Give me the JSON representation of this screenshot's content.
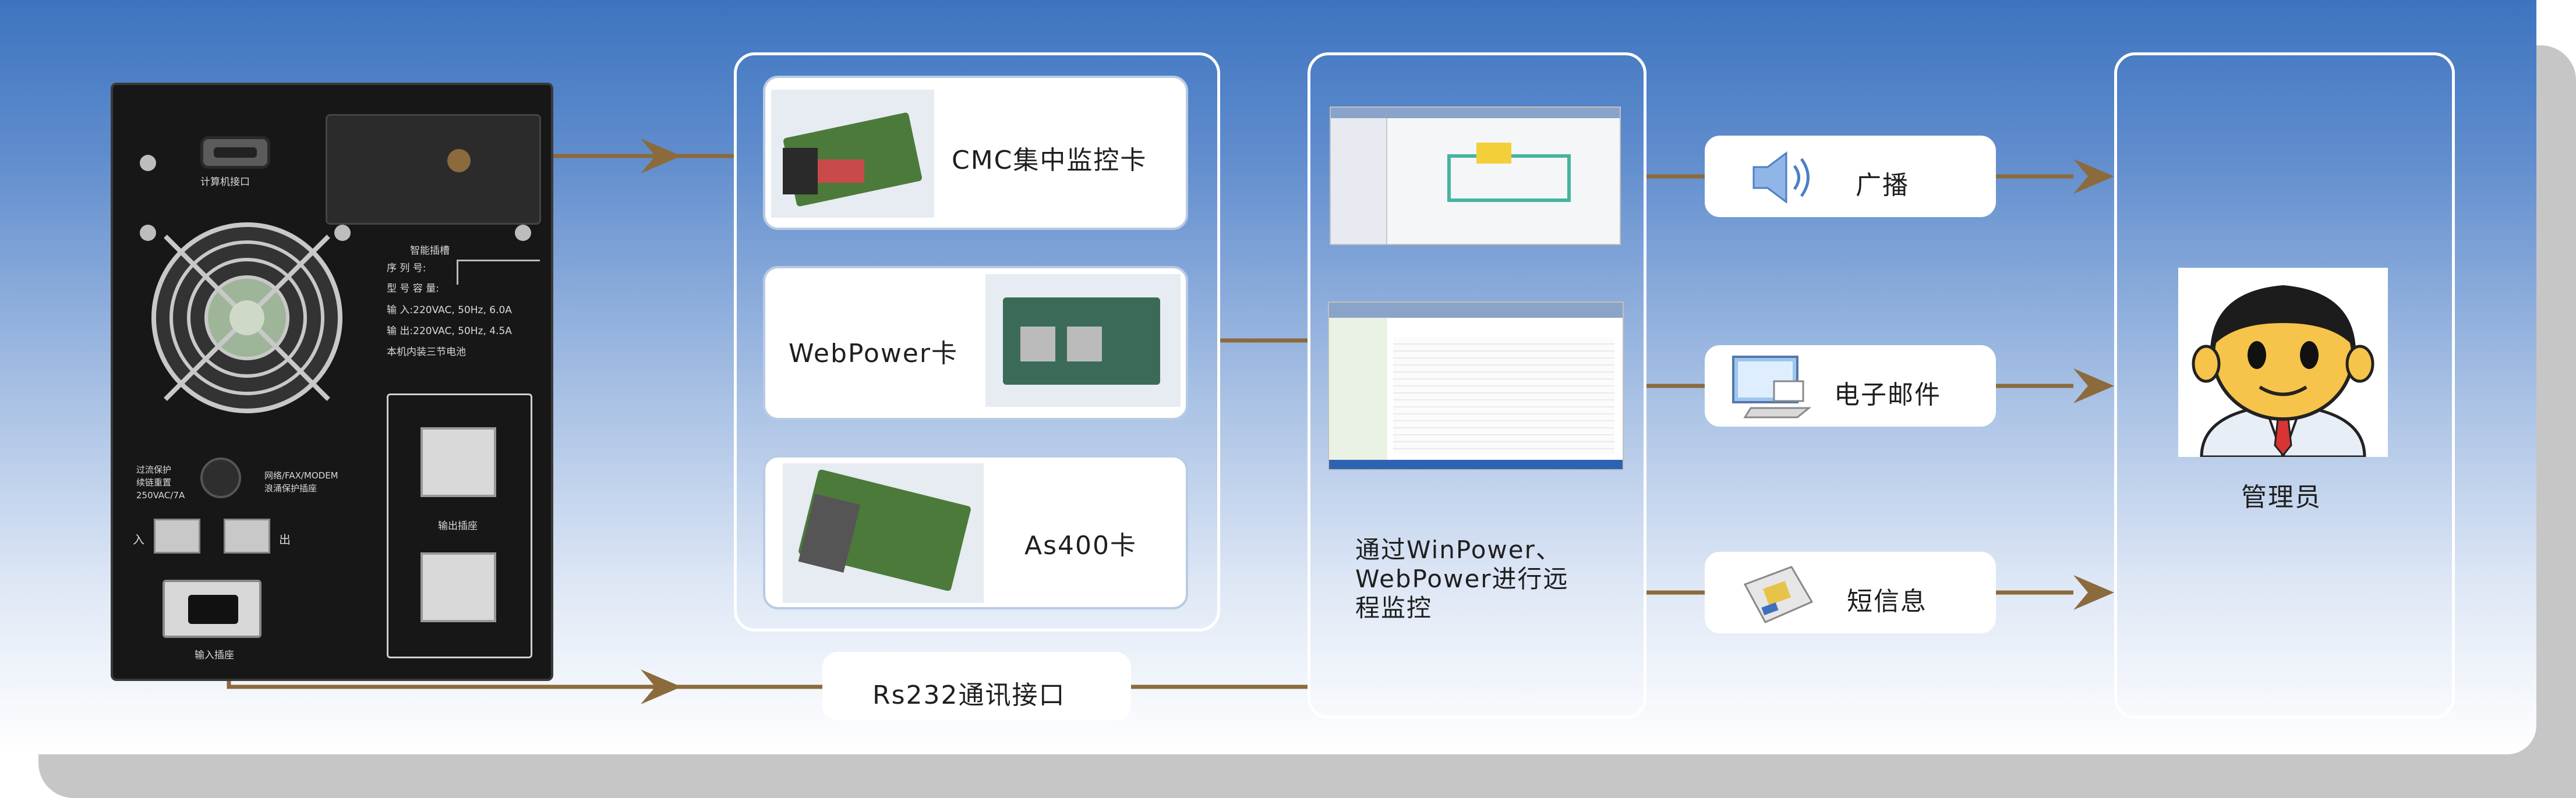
{
  "ups": {
    "port_label": "计算机接口",
    "slot_label": "智能插槽",
    "serial_label": "序  列  号:",
    "model_label": "型  号  容  量:",
    "input_spec": "输          入:220VAC, 50Hz, 6.0A",
    "output_spec": "输          出:220VAC, 50Hz, 4.5A",
    "battery_note": "本机内装三节电池",
    "overload_label": "过流保护\n续链重置\n250VAC/7A",
    "surge_label": "网络/FAX/MODEM\n浪涌保护插座",
    "in_label": "入",
    "out_label": "出",
    "output_socket_label": "输出插座",
    "input_socket_label": "输入插座"
  },
  "cards": {
    "cmc": "CMC集中监控卡",
    "webpower": "WebPower卡",
    "as400": "As400卡"
  },
  "rs232": "Rs232通讯接口",
  "software_caption": "通过WinPower、\nWebPower进行远\n程监控",
  "notify": {
    "broadcast": "广播",
    "email": "电子邮件",
    "sms": "短信息"
  },
  "admin": "管理员",
  "colors": {
    "wire": "#8b6a3c",
    "panel_top": "#3d74bf",
    "panel_bottom": "#ffffff"
  }
}
